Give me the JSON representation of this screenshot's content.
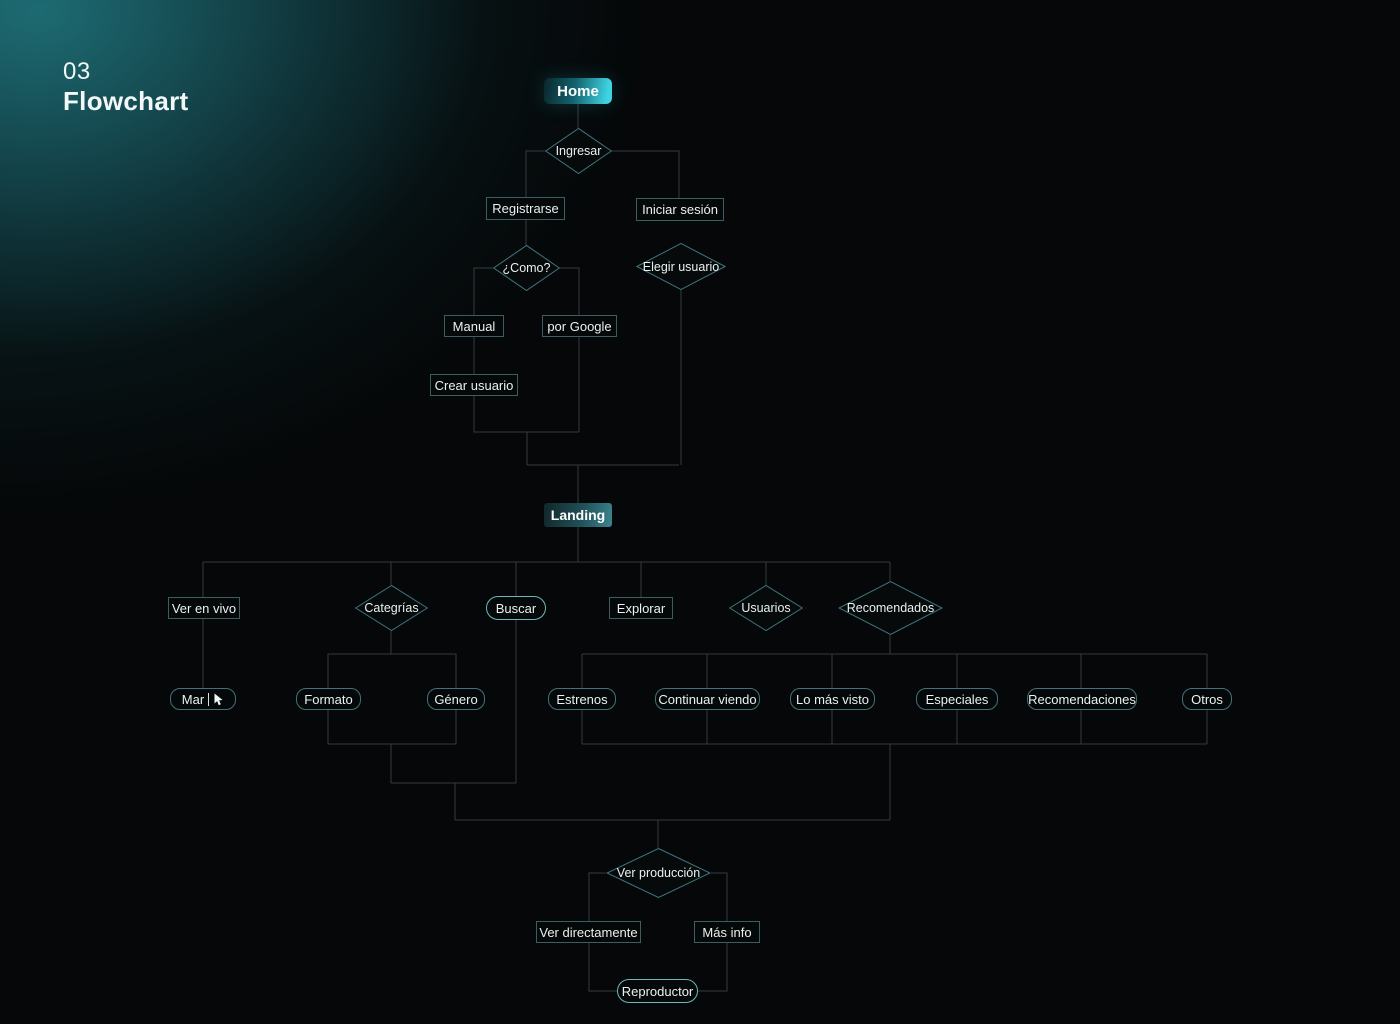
{
  "header": {
    "number": "03",
    "title": "Flowchart"
  },
  "colors": {
    "accent_cyan": "#3fd4e2",
    "box_border": "#3c5d62",
    "diamond_border": "#3f757f",
    "connector": "#333e3f",
    "background": "#050708"
  },
  "nodes": {
    "home": {
      "label": "Home",
      "type": "start"
    },
    "ingresar": {
      "label": "Ingresar",
      "type": "decision"
    },
    "registrarse": {
      "label": "Registrarse",
      "type": "process"
    },
    "iniciar_sesion": {
      "label": "Iniciar sesión",
      "type": "process"
    },
    "como": {
      "label": "¿Como?",
      "type": "decision"
    },
    "elegir_usuario": {
      "label": "Elegir usuario",
      "type": "decision"
    },
    "manual": {
      "label": "Manual",
      "type": "process"
    },
    "por_google": {
      "label": "por Google",
      "type": "process"
    },
    "crear_usuario": {
      "label": "Crear usuario",
      "type": "process"
    },
    "landing": {
      "label": "Landing",
      "type": "start"
    },
    "ver_en_vivo": {
      "label": "Ver en vivo",
      "type": "process"
    },
    "categorias": {
      "label": "Categrías",
      "type": "decision"
    },
    "buscar": {
      "label": "Buscar",
      "type": "terminal"
    },
    "explorar": {
      "label": "Explorar",
      "type": "process"
    },
    "usuarios": {
      "label": "Usuarios",
      "type": "decision"
    },
    "recomendados": {
      "label": "Recomendados",
      "type": "decision"
    },
    "mar": {
      "label": "Mar",
      "type": "input",
      "icon": "cursor-icon"
    },
    "formato": {
      "label": "Formato",
      "type": "process"
    },
    "genero": {
      "label": "Género",
      "type": "process"
    },
    "estrenos": {
      "label": "Estrenos",
      "type": "process"
    },
    "continuar_viendo": {
      "label": "Continuar viendo",
      "type": "process"
    },
    "lo_mas_visto": {
      "label": "Lo más visto",
      "type": "process"
    },
    "especiales": {
      "label": "Especiales",
      "type": "process"
    },
    "recomendaciones": {
      "label": "Recomendaciones",
      "type": "process"
    },
    "otros": {
      "label": "Otros",
      "type": "process"
    },
    "ver_produccion": {
      "label": "Ver producción",
      "type": "decision"
    },
    "ver_directamente": {
      "label": "Ver directamente",
      "type": "process"
    },
    "mas_info": {
      "label": "Más info",
      "type": "process"
    },
    "reproductor": {
      "label": "Reproductor",
      "type": "terminal"
    }
  }
}
